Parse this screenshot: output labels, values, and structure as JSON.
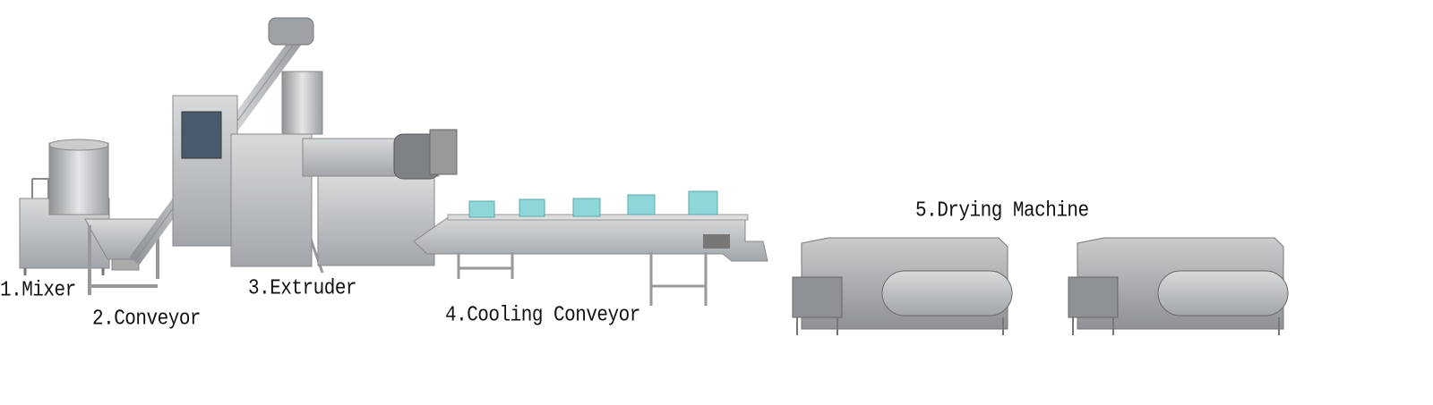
{
  "labels": {
    "mixer": "1.Mixer",
    "conveyor": "2.Conveyor",
    "extruder": "3.Extruder",
    "cooling_conveyor": "4.Cooling Conveyor",
    "drying_machine": "5.Drying Machine"
  },
  "colors": {
    "steel": "#b9bcbf",
    "steel_dark": "#8a8e92",
    "cup": "#8fd6d8",
    "dryer": "#a9acaf"
  }
}
